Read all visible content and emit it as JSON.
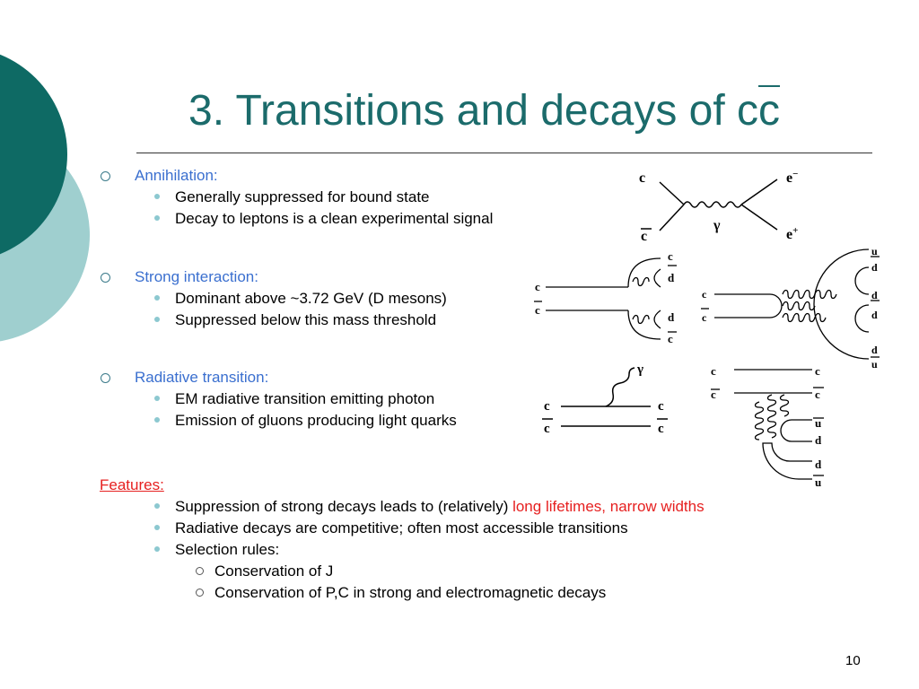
{
  "slide": {
    "title_main": "3. Transitions and decays of c",
    "title_bar": "c",
    "page_number": "10",
    "colors": {
      "title": "#1b6b6b",
      "section": "#3a6fcf",
      "highlight": "#e62020",
      "dark_circle": "#0e6a64",
      "light_circle": "#9fcfcf"
    }
  },
  "bullets": {
    "annihilation": {
      "heading": "Annihilation:",
      "items": [
        "Generally suppressed for bound state",
        "Decay to leptons is a clean experimental signal"
      ]
    },
    "strong": {
      "heading": "Strong interaction:",
      "items": [
        "Dominant above ~3.72 GeV (D mesons)",
        "Suppressed below this mass threshold"
      ]
    },
    "radiative": {
      "heading": "Radiative transition:",
      "items": [
        "EM radiative transition emitting photon",
        "Emission of gluons producing light quarks"
      ]
    }
  },
  "features": {
    "heading": "Features:",
    "line1_plain": "Suppression of strong decays leads to (relatively) ",
    "line1_red": "long lifetimes, narrow widths",
    "line2": "Radiative decays are competitive; often most accessible transitions",
    "line3": "Selection rules:",
    "sub1": "Conservation of J",
    "sub2": "Conservation of P,C in strong and electromagnetic decays"
  },
  "diagrams": {
    "quark": "c",
    "electron": "e",
    "gamma": "γ",
    "u": "u",
    "d": "d",
    "minus": "−",
    "plus": "+"
  }
}
